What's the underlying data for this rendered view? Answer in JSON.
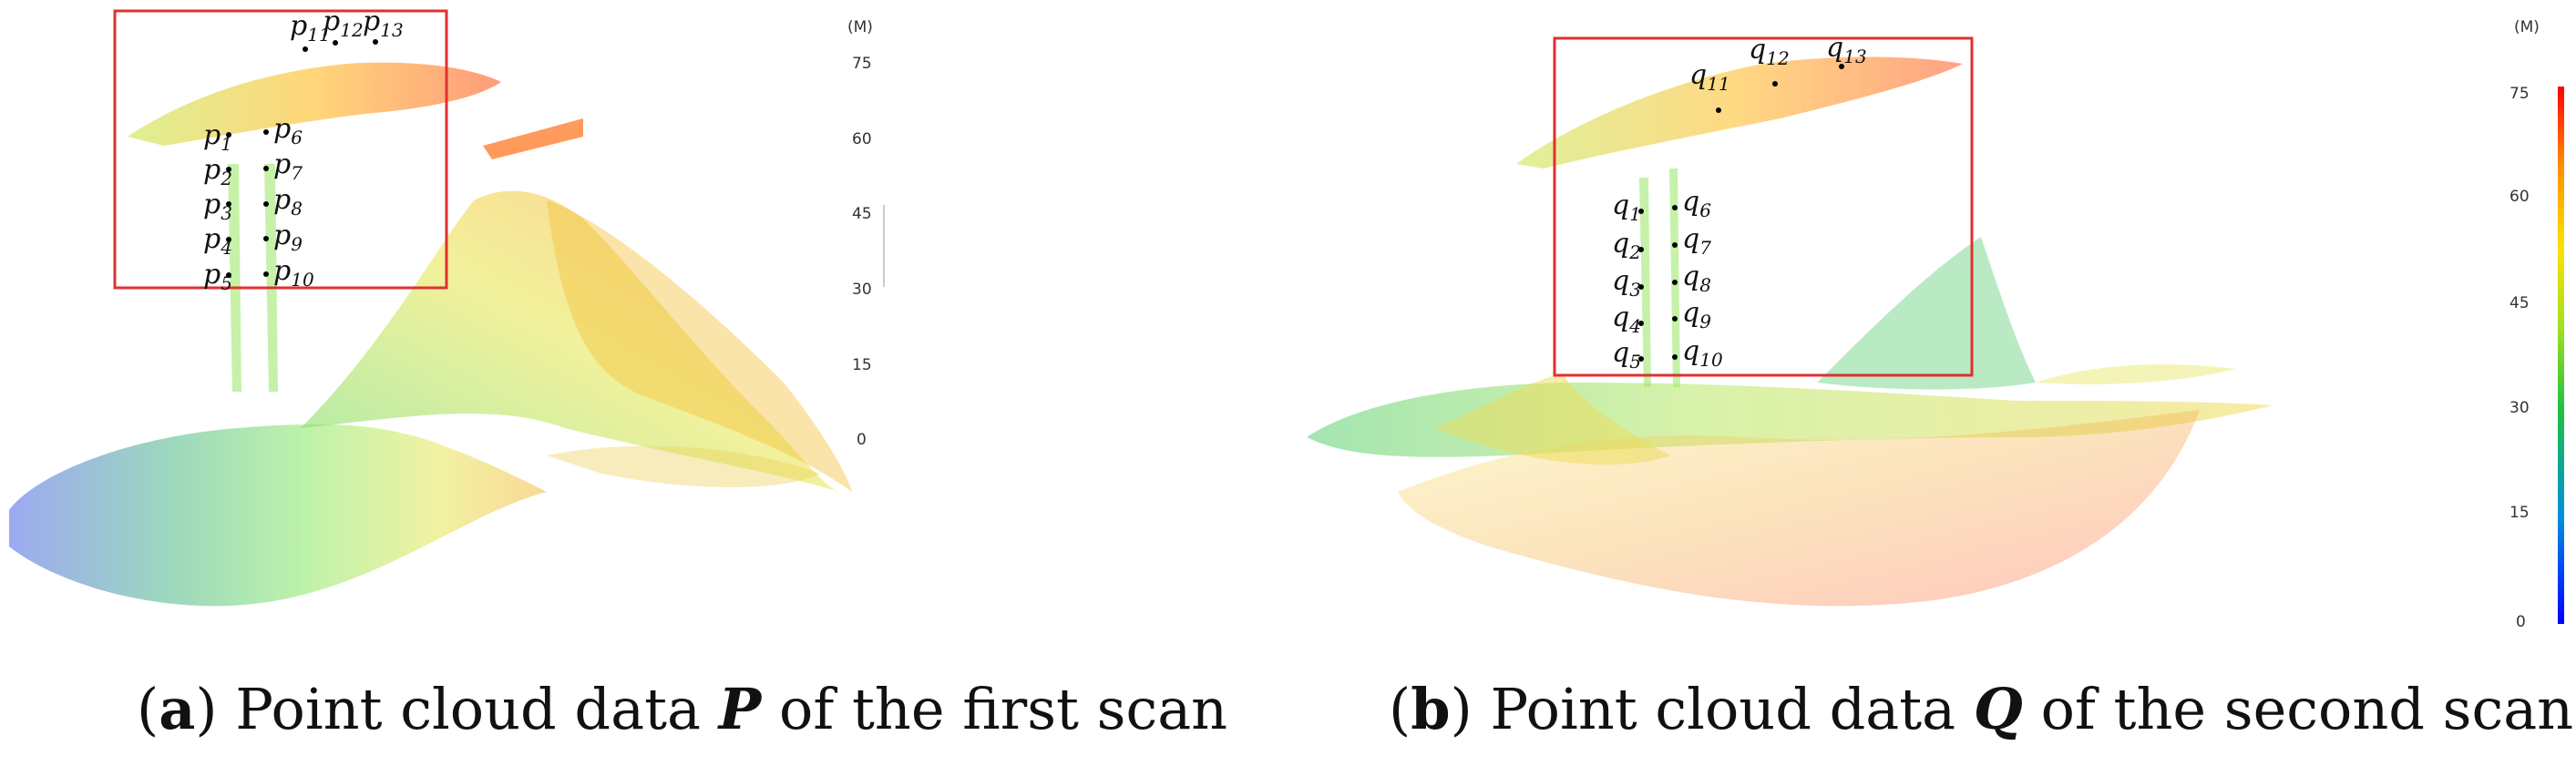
{
  "panel_a": {
    "caption": {
      "open": "(",
      "label": "a",
      "close": ")",
      "pre": " Point cloud data ",
      "symbol": "P",
      "post": " of the first scan"
    },
    "points": [
      {
        "base": "p",
        "sub": "1"
      },
      {
        "base": "p",
        "sub": "2"
      },
      {
        "base": "p",
        "sub": "3"
      },
      {
        "base": "p",
        "sub": "4"
      },
      {
        "base": "p",
        "sub": "5"
      },
      {
        "base": "p",
        "sub": "6"
      },
      {
        "base": "p",
        "sub": "7"
      },
      {
        "base": "p",
        "sub": "8"
      },
      {
        "base": "p",
        "sub": "9"
      },
      {
        "base": "p",
        "sub": "10"
      },
      {
        "base": "p",
        "sub": "11"
      },
      {
        "base": "p",
        "sub": "12"
      },
      {
        "base": "p",
        "sub": "13"
      }
    ],
    "scale": {
      "unit": "(M)",
      "ticks": [
        "75",
        "60",
        "45",
        "30",
        "15",
        "0"
      ]
    }
  },
  "panel_b": {
    "caption": {
      "open": "(",
      "label": "b",
      "close": ")",
      "pre": " Point cloud data ",
      "symbol": "Q",
      "post": " of the second scan"
    },
    "points": [
      {
        "base": "q",
        "sub": "1"
      },
      {
        "base": "q",
        "sub": "2"
      },
      {
        "base": "q",
        "sub": "3"
      },
      {
        "base": "q",
        "sub": "4"
      },
      {
        "base": "q",
        "sub": "5"
      },
      {
        "base": "q",
        "sub": "6"
      },
      {
        "base": "q",
        "sub": "7"
      },
      {
        "base": "q",
        "sub": "8"
      },
      {
        "base": "q",
        "sub": "9"
      },
      {
        "base": "q",
        "sub": "10"
      },
      {
        "base": "q",
        "sub": "11"
      },
      {
        "base": "q",
        "sub": "12"
      },
      {
        "base": "q",
        "sub": "13"
      }
    ],
    "scale": {
      "unit": "(M)",
      "ticks": [
        "75",
        "60",
        "45",
        "30",
        "15",
        "0"
      ]
    }
  },
  "colors": {
    "roi_box": "#e03030",
    "colormap": [
      "#0000ff",
      "#0080ff",
      "#00c060",
      "#40e030",
      "#c8e020",
      "#ffd000",
      "#ff8000",
      "#ff0000"
    ]
  }
}
